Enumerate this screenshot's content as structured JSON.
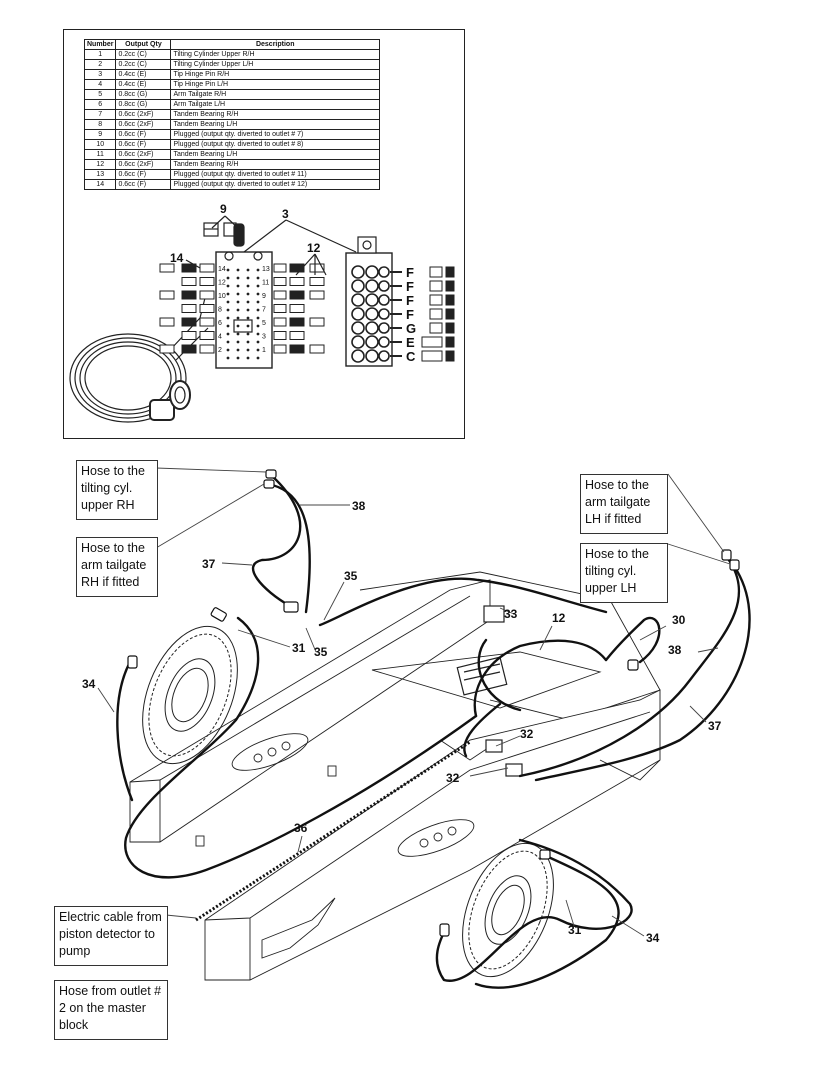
{
  "parts_table": {
    "headers": [
      "Number",
      "Output Qty",
      "Description"
    ],
    "rows": [
      {
        "number": "1",
        "qty": "0.2cc (C)",
        "desc": "Tilting Cylinder Upper R/H"
      },
      {
        "number": "2",
        "qty": "0.2cc (C)",
        "desc": "Tilting Cylinder Upper L/H"
      },
      {
        "number": "3",
        "qty": "0.4cc (E)",
        "desc": "Tip Hinge Pin R/H"
      },
      {
        "number": "4",
        "qty": "0.4cc (E)",
        "desc": "Tip Hinge Pin L/H"
      },
      {
        "number": "5",
        "qty": "0.8cc (G)",
        "desc": "Arm Tailgate R/H"
      },
      {
        "number": "6",
        "qty": "0.8cc (G)",
        "desc": "Arm Tailgate L/H"
      },
      {
        "number": "7",
        "qty": "0.6cc (2xF)",
        "desc": "Tandem Bearing R/H"
      },
      {
        "number": "8",
        "qty": "0.6cc (2xF)",
        "desc": "Tandem Bearing L/H"
      },
      {
        "number": "9",
        "qty": "0.6cc (F)",
        "desc": "Plugged (output qty. diverted to outlet # 7)"
      },
      {
        "number": "10",
        "qty": "0.6cc (F)",
        "desc": "Plugged (output qty. diverted to outlet # 8)"
      },
      {
        "number": "11",
        "qty": "0.6cc (2xF)",
        "desc": "Tandem Bearing L/H"
      },
      {
        "number": "12",
        "qty": "0.6cc (2xF)",
        "desc": "Tandem Bearing R/H"
      },
      {
        "number": "13",
        "qty": "0.6cc (F)",
        "desc": "Plugged (output qty. diverted to outlet # 11)"
      },
      {
        "number": "14",
        "qty": "0.6cc (F)",
        "desc": "Plugged (output qty. diverted to outlet # 12)"
      }
    ]
  },
  "inset_refs": {
    "r9": "9",
    "r3": "3",
    "r12": "12",
    "r14": "14"
  },
  "block_left_numbers": [
    "14",
    "12",
    "10",
    "8",
    "6",
    "4",
    "2"
  ],
  "block_right_numbers": [
    "13",
    "11",
    "9",
    "7",
    "5",
    "3",
    "1"
  ],
  "port_letters": [
    "F",
    "F",
    "F",
    "F",
    "G",
    "E",
    "C"
  ],
  "callouts": {
    "hose_tilting_rh": "Hose to the tilting cyl. upper RH",
    "hose_tailgate_rh": "Hose to the arm tailgate RH if fitted",
    "hose_tailgate_lh": "Hose to the arm tailgate LH if fitted",
    "hose_tilting_lh": "Hose to the tilting cyl. upper LH",
    "electric_cable": "Electric cable from piston detector to pump",
    "hose_outlet2": "Hose from outlet # 2 on the master block"
  },
  "refs": {
    "r38a": "38",
    "r37a": "37",
    "r35a": "35",
    "r35b": "35",
    "r31a": "31",
    "r34a": "34",
    "r33": "33",
    "r12": "12",
    "r30": "30",
    "r38b": "38",
    "r37b": "37",
    "r32a": "32",
    "r32b": "32",
    "r36": "36",
    "r31b": "31",
    "r34b": "34"
  }
}
